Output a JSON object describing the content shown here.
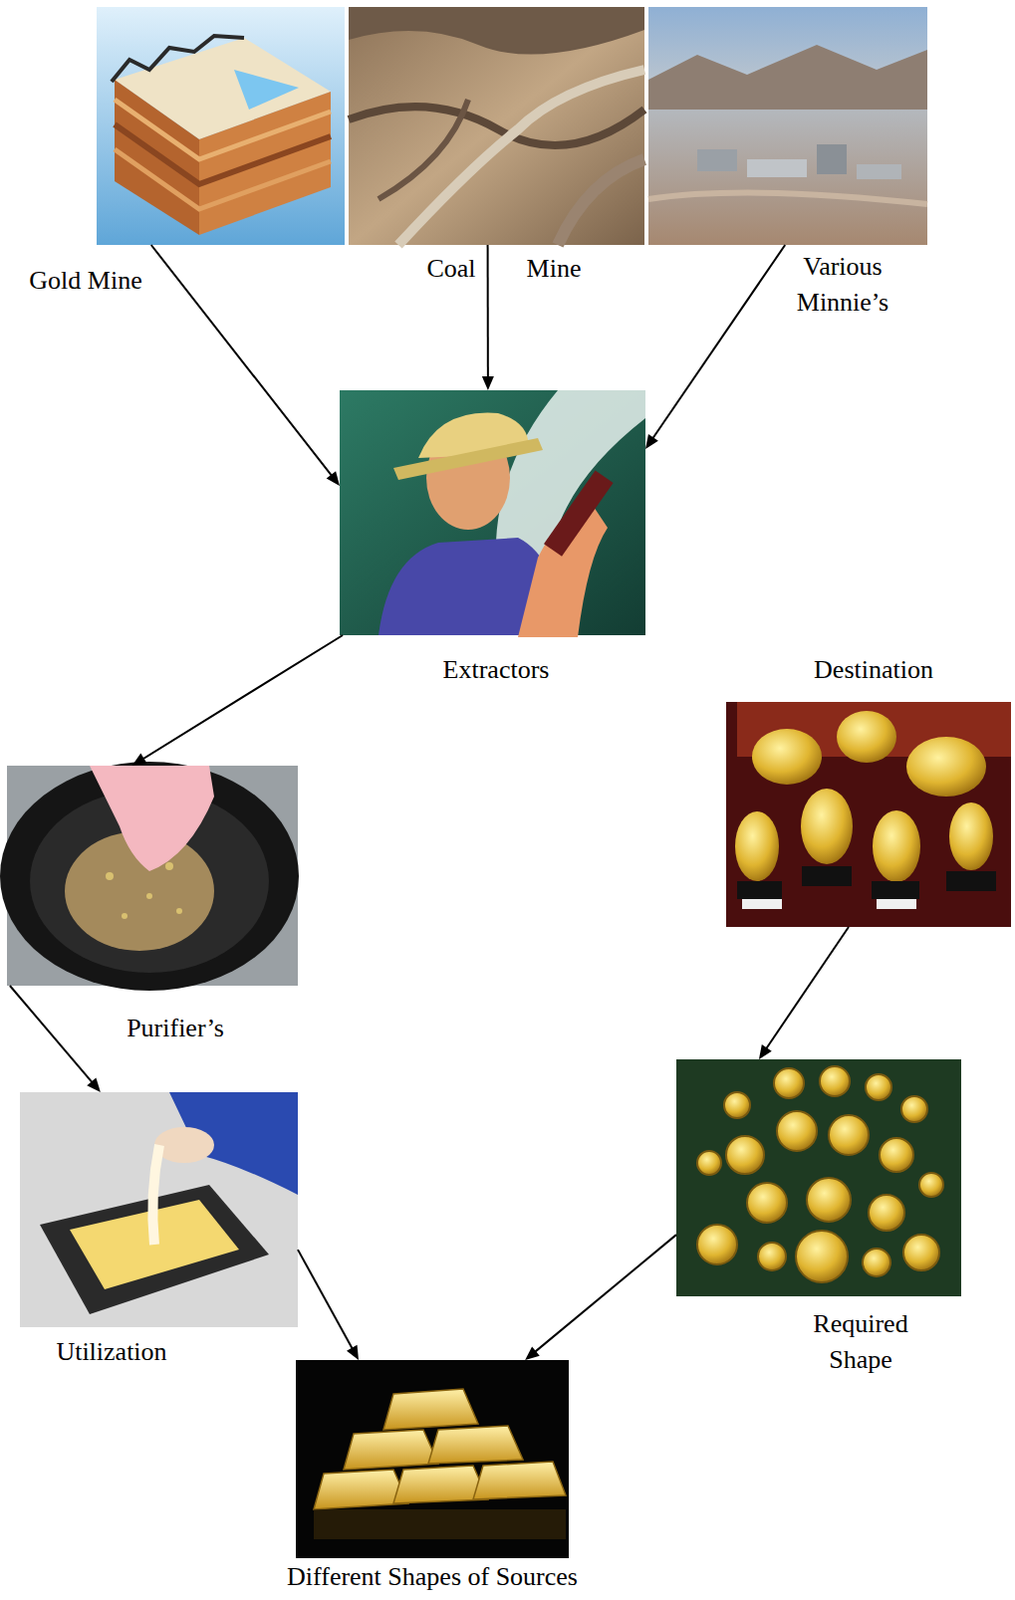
{
  "diagram": {
    "nodes": [
      {
        "text": [
          "Gold Mine"
        ]
      },
      {
        "text": [
          "Coal",
          "Mine"
        ]
      },
      {
        "text": [
          "Various Minnie’s"
        ]
      },
      {
        "text": [
          "Extractors"
        ]
      },
      {
        "text": [
          "Destination"
        ]
      },
      {
        "text": [
          "Purifier’s"
        ]
      },
      {
        "text": [
          "Utilization"
        ]
      },
      {
        "text": [
          "Required Shape"
        ]
      },
      {
        "text": [
          "Different Shapes of Sources"
        ]
      }
    ],
    "edges": [
      {
        "from": 0,
        "to": 3,
        "arrow": "to"
      },
      {
        "from": 1,
        "to": 3,
        "arrow": "to"
      },
      {
        "from": 2,
        "to": 3,
        "arrow": "to"
      },
      {
        "from": 3,
        "to": 5,
        "arrow": "to"
      },
      {
        "from": 5,
        "to": 6,
        "arrow": "to"
      },
      {
        "from": 6,
        "to": 8,
        "arrow": "to"
      },
      {
        "from": 4,
        "to": 7,
        "arrow": "to"
      },
      {
        "from": 7,
        "to": 8,
        "arrow": "to"
      }
    ]
  }
}
